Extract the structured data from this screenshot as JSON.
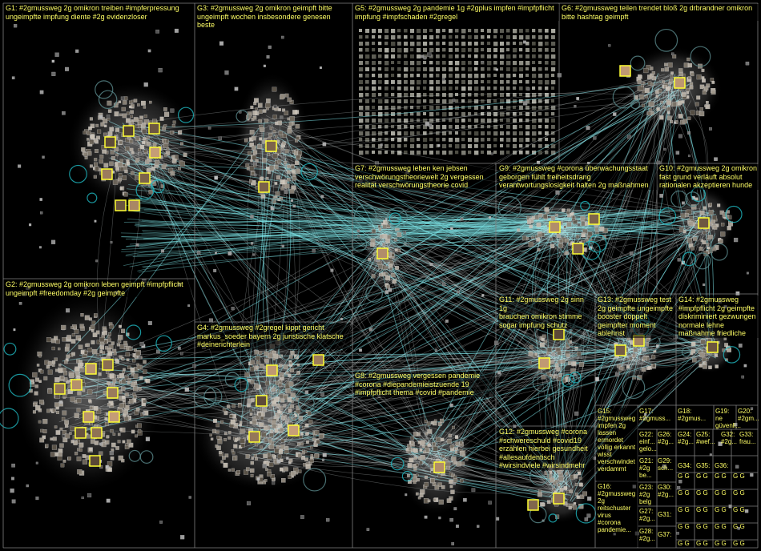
{
  "colors": {
    "background": "#000000",
    "divider": "#808080",
    "label_text": "#ffff66",
    "edge": "#e8f4f4",
    "edge_accent": "#7fe8ec",
    "node": "#8a8a8a",
    "node_highlight": "#ffff33",
    "cluster_glow": "#d8d8d8",
    "self_loop": "#1fb9c2"
  },
  "groups": [
    {
      "id": "G1",
      "label": "G1: #2gmussweg 2g omikron treiben #impferpressung\nungeimpfte impfung diente #2g evidenzloser"
    },
    {
      "id": "G2",
      "label": "G2: #2gmussweg 2g omikron leben geimpft #impfpflicht\nungeimpft #freedomday #2g geimpfte"
    },
    {
      "id": "G3",
      "label": "G3: #2gmussweg 2g omikron geimpft bitte\nungeimpft wochen insbesondere genesen beste"
    },
    {
      "id": "G4",
      "label": "G4: #2gmussweg #2gregel kippt gericht\nmarkus_soeder bayern 2g juristische klatsche\n#deinerichterlein"
    },
    {
      "id": "G5",
      "label": "G5: #2gmussweg 2g pandemie 1g #2gplus impfen #impfpflicht\nimpfung #impfschaden #2gregel"
    },
    {
      "id": "G6",
      "label": "G6: #2gmussweg teilen trendet bloß 2g drbrandner omikron\nbitte hashtag geimpft"
    },
    {
      "id": "G7",
      "label": "G7: #2gmussweg leben ken jebsen\nverschwörungstheoriewelt 2g vergessen\nrealität verschwörungstheorie covid"
    },
    {
      "id": "G8",
      "label": "G8: #2gmussweg vergessen pandemie\n#corona #diepandemieistzuende 19\n#impfpflicht thema #covid #pandemie"
    },
    {
      "id": "G9",
      "label": "G9: #2gmussweg #corona überwachungsstaat\ngeborgen fühlt freiheitsdrang\nverantwortungslosigkeit halten 2g maßnahmen"
    },
    {
      "id": "G10",
      "label": "G10: #2gmussweg 2g omikron\nfast grund verläuft absolut\nrationalen akzeptieren hunde"
    },
    {
      "id": "G11",
      "label": "G11: #2gmussweg 2g sinn 1g\nbrauchen omikron stimme\nsogar impfung schutz"
    },
    {
      "id": "G12",
      "label": "G12: #2gmussweg #corona\n#schwereschuld #covid19\nerzählen hierbei gesundheit\n#allesaufdentisch\n#wirsindviele #wirsindmehr"
    },
    {
      "id": "G13",
      "label": "G13: #2gmussweg test\n2g geimpfte ungeimpfte\nbooster doppelt\ngeimpfter moment\nablehnst"
    },
    {
      "id": "G14",
      "label": "G14: #2gmussweg\n#impfpflicht 2g geimpfte\ndiskriminiert gezwungen\nnormale lehne\nmaßnahme friedliche"
    },
    {
      "id": "G15",
      "label": "G15:\n#2gmussweg\nimpfen 2g\nlassen\nermordet\nvöllig erkannt\nwisst\nverschwindet\nverdammt"
    },
    {
      "id": "G16",
      "label": "G16:\n#2gmussweg\n2g\nreitschuster\nvirus\n#corona\npandemie..."
    },
    {
      "id": "G17",
      "label": "G17:\n#2gmuss..."
    },
    {
      "id": "G18",
      "label": "G18:\n#2gmus..."
    },
    {
      "id": "G19",
      "label": "G19: ne\ngüvenli..."
    },
    {
      "id": "G20",
      "label": "G20:\n#2gm..."
    },
    {
      "id": "G21",
      "label": "G21:\n#2g\nbe..."
    },
    {
      "id": "G22",
      "label": "G22:\neinf...\ngelo..."
    },
    {
      "id": "G23",
      "label": "G23:\n#2g\nbelg"
    },
    {
      "id": "G24",
      "label": "G24:\n#2g..."
    },
    {
      "id": "G25",
      "label": "G25:\n#wef..."
    },
    {
      "id": "G26",
      "label": "G26:\n#2g..."
    },
    {
      "id": "G27",
      "label": "G27:\n#2g..."
    },
    {
      "id": "G28",
      "label": "G28:\n#2g..."
    },
    {
      "id": "G29",
      "label": "G29:\nsch..."
    },
    {
      "id": "G30",
      "label": "G30:\n#2g..."
    },
    {
      "id": "G31",
      "label": "G31:"
    },
    {
      "id": "G32",
      "label": "G32:\n#2g..."
    },
    {
      "id": "G33",
      "label": "G33:\nfrau..."
    },
    {
      "id": "G34",
      "label": "G34:"
    },
    {
      "id": "G35",
      "label": "G35:"
    },
    {
      "id": "G36",
      "label": "G36:"
    },
    {
      "id": "G37",
      "label": "G37:"
    }
  ],
  "tiny_cell_marker": "G"
}
